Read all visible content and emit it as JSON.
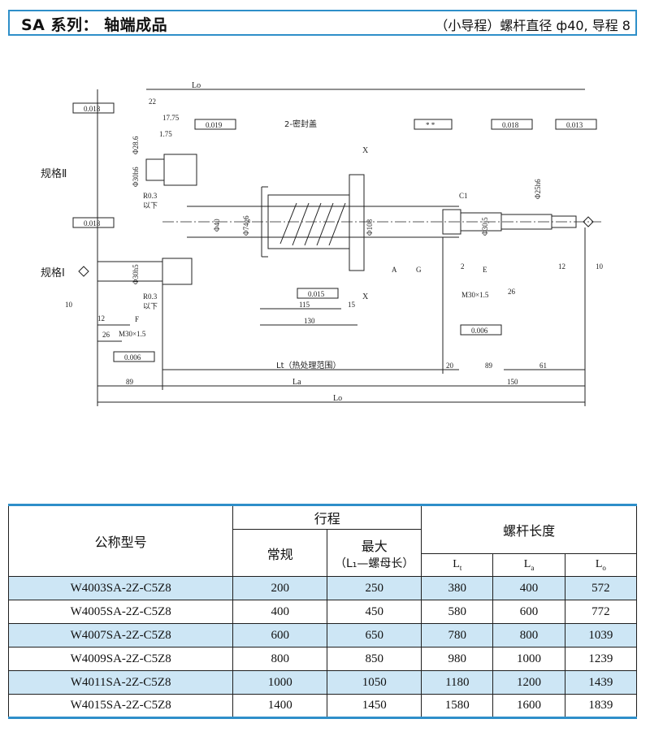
{
  "header": {
    "title": "SA 系列： 轴端成品",
    "subtitle": "（小导程）螺杆直径 ф40, 导程 8"
  },
  "drawing": {
    "labels": {
      "spec2": "规格Ⅱ",
      "spec1": "规格Ⅰ",
      "seal": "2-密封盖",
      "x": "X",
      "heat": "Lt（热处理范围）",
      "lt": "Lt",
      "la": "La",
      "lo": "Lo",
      "lo_top": "Lo",
      "m30_left": "M30×1.5",
      "m30_right": "M30×1.5",
      "r03a": "R0.3",
      "r03b": "R0.3",
      "ixia_a": "以下",
      "ixia_b": "以下",
      "c1": "C1"
    },
    "tolerances": {
      "t1": "0.018",
      "t2": "0.018",
      "t3": "0.019",
      "t4": "0.015",
      "t5": "0.006",
      "t6": "0.006",
      "t7": "0.018",
      "t8": "0.013",
      "star": "* *"
    },
    "datums": {
      "a": "A",
      "e": "E",
      "f": "F",
      "g": "G"
    },
    "dims": {
      "d22": "22",
      "d1775": "17.75",
      "d175": "1.75",
      "d28": "Φ28.6",
      "d30a": "Φ30h6",
      "d30b": "Φ30h5",
      "d30c": "Φ30j5",
      "d25": "Φ25h6",
      "d40": "Φ40",
      "d74": "Φ74g6",
      "d108": "Φ108",
      "d115": "115",
      "d15": "15",
      "d130": "130",
      "d10a": "10",
      "d12a": "12",
      "d26a": "26",
      "d89a": "89",
      "d20": "20",
      "d89b": "89",
      "d61": "61",
      "d150": "150",
      "d2": "2",
      "d26b": "26",
      "d12b": "12",
      "d10b": "10"
    }
  },
  "table": {
    "headers": {
      "model": "公称型号",
      "stroke": "行程",
      "normal": "常规",
      "max_line1": "最大",
      "max_line2": "（L₁—螺母长）",
      "screw_len": "螺杆长度",
      "lt": "L",
      "lt_sub": "t",
      "la": "L",
      "la_sub": "a",
      "lo": "L",
      "lo_sub": "o"
    },
    "rows": [
      {
        "model": "W4003SA-2Z-C5Z8",
        "normal": "200",
        "max": "250",
        "lt": "380",
        "la": "400",
        "lo": "572"
      },
      {
        "model": "W4005SA-2Z-C5Z8",
        "normal": "400",
        "max": "450",
        "lt": "580",
        "la": "600",
        "lo": "772"
      },
      {
        "model": "W4007SA-2Z-C5Z8",
        "normal": "600",
        "max": "650",
        "lt": "780",
        "la": "800",
        "lo": "1039"
      },
      {
        "model": "W4009SA-2Z-C5Z8",
        "normal": "800",
        "max": "850",
        "lt": "980",
        "la": "1000",
        "lo": "1239"
      },
      {
        "model": "W4011SA-2Z-C5Z8",
        "normal": "1000",
        "max": "1050",
        "lt": "1180",
        "la": "1200",
        "lo": "1439"
      },
      {
        "model": "W4015SA-2Z-C5Z8",
        "normal": "1400",
        "max": "1450",
        "lt": "1580",
        "la": "1600",
        "lo": "1839"
      }
    ]
  },
  "colors": {
    "accent": "#2e8fc9",
    "row_highlight": "#cde6f5"
  }
}
